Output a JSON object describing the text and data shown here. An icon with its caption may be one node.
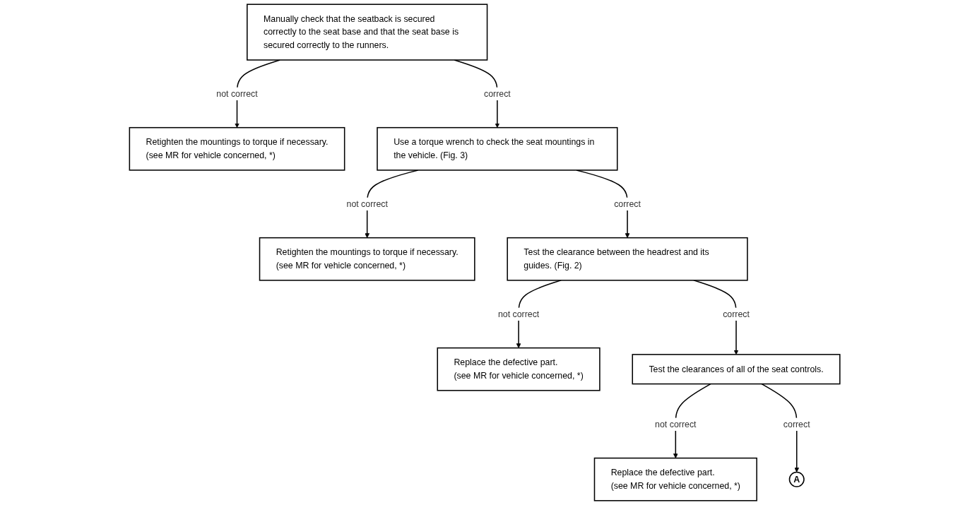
{
  "diagram": {
    "nodes": [
      {
        "text": [
          "Manually check that the seatback is secured correctly to the seat base and that the seat base is secured correctly to the runners."
        ]
      },
      {
        "text": [
          "Retighten the mountings to torque if necessary.",
          "(see MR for vehicle concerned, *)"
        ]
      },
      {
        "text": [
          "Use a torque wrench to check the seat mountings in the vehicle. (Fig. 3)"
        ]
      },
      {
        "text": [
          "Retighten the mountings to torque if necessary.",
          "(see MR for vehicle concerned, *)"
        ]
      },
      {
        "text": [
          "Test the clearance between the headrest and its guides. (Fig. 2)"
        ]
      },
      {
        "text": [
          "Replace the defective part.",
          "(see MR for vehicle concerned, *)"
        ]
      },
      {
        "text": [
          "Test the clearances of all of the seat controls."
        ]
      },
      {
        "text": [
          "Replace the defective part.",
          "(see MR for vehicle concerned, *)"
        ]
      },
      {
        "text": [
          "A"
        ]
      }
    ],
    "edges": [
      {
        "from": 0,
        "to": 1,
        "arrow": "to",
        "label": "not correct"
      },
      {
        "from": 0,
        "to": 2,
        "arrow": "to",
        "label": "correct"
      },
      {
        "from": 2,
        "to": 3,
        "arrow": "to",
        "label": "not correct"
      },
      {
        "from": 2,
        "to": 4,
        "arrow": "to",
        "label": "correct"
      },
      {
        "from": 4,
        "to": 5,
        "arrow": "to",
        "label": "not correct"
      },
      {
        "from": 4,
        "to": 6,
        "arrow": "to",
        "label": "correct"
      },
      {
        "from": 6,
        "to": 7,
        "arrow": "to",
        "label": "not correct"
      },
      {
        "from": 6,
        "to": 8,
        "arrow": "to",
        "label": "correct"
      }
    ]
  }
}
